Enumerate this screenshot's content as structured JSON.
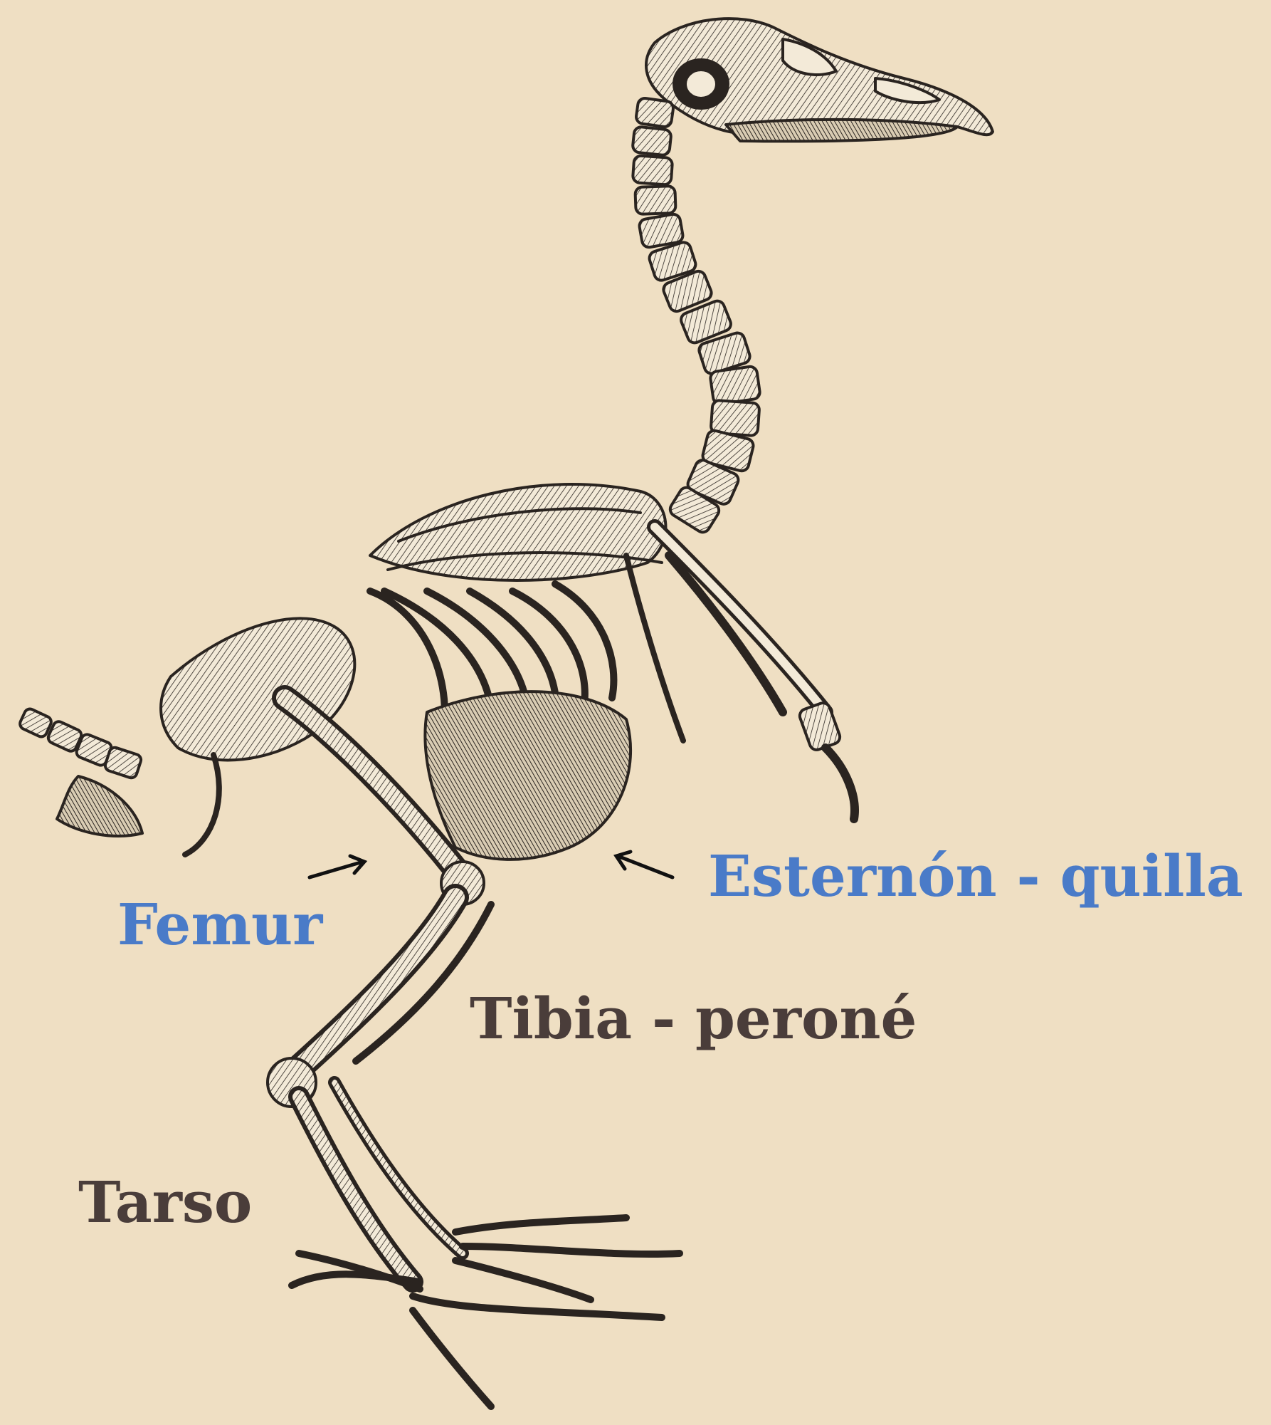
{
  "colors": {
    "background": "#efdfc3",
    "accent_label": "#4a7bc8",
    "dark_label": "#4a3d3a",
    "ink": "#2a2420",
    "bone": "#f3ead8"
  },
  "labels": {
    "femur": "Femur",
    "esternon": "Esternón - quilla",
    "tibia": "Tibia - peroné",
    "tarso": "Tarso"
  },
  "figure": {
    "icon": "bird-skeleton-engraving"
  }
}
